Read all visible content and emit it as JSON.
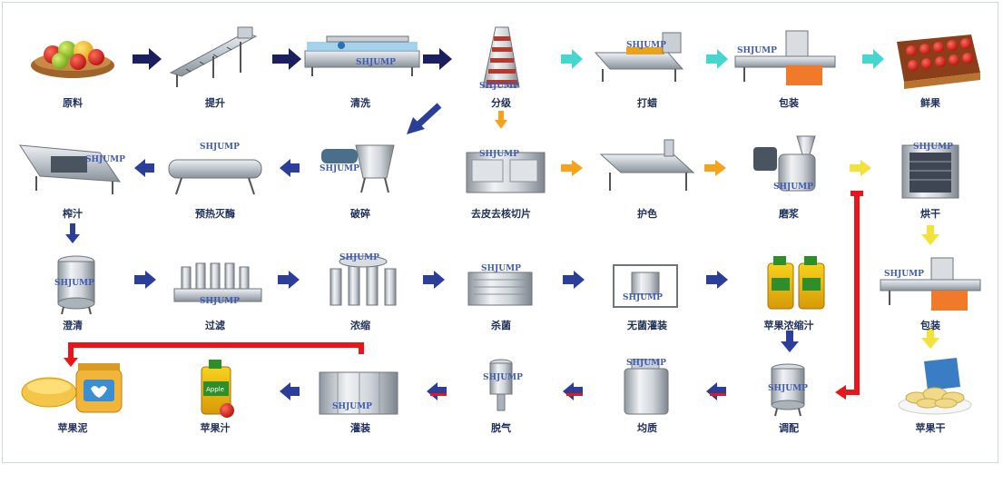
{
  "colors": {
    "navy_arrow": "#1c1f5e",
    "blue_arrow": "#2b3f9a",
    "cyan_arrow": "#46d6cf",
    "orange_arrow": "#f7a21b",
    "yellow_arrow": "#f2e23a",
    "red_line": "#e8151b",
    "label": "#1f2f5c",
    "brand_blue": "#3f5bb3"
  },
  "brand": "SHJUMP",
  "juice_bottle_brand": "Apple",
  "row1": {
    "raw_material": "原料",
    "lifting": "提升",
    "washing": "清洗",
    "grading": "分级",
    "waxing": "打蜡",
    "packing": "包装",
    "fresh_fruit": "鲜果"
  },
  "row2": {
    "juicing": "榨汁",
    "preheat_sterilize": "预热灭酶",
    "crushing": "破碎",
    "peel_core_slice": "去皮去核切片",
    "color_protect": "护色",
    "grinding": "磨浆",
    "drying": "烘干"
  },
  "row3": {
    "clarifying": "澄清",
    "filtering": "过滤",
    "concentrating": "浓缩",
    "sterilizing": "杀菌",
    "aseptic_filling": "无菌灌装",
    "concentrate_juice": "苹果浓缩汁",
    "packing": "包装"
  },
  "row4": {
    "apple_puree": "苹果泥",
    "apple_juice": "苹果汁",
    "filling": "灌装",
    "degassing": "脱气",
    "homogenizing": "均质",
    "blending": "调配",
    "dried_apple": "苹果干"
  }
}
